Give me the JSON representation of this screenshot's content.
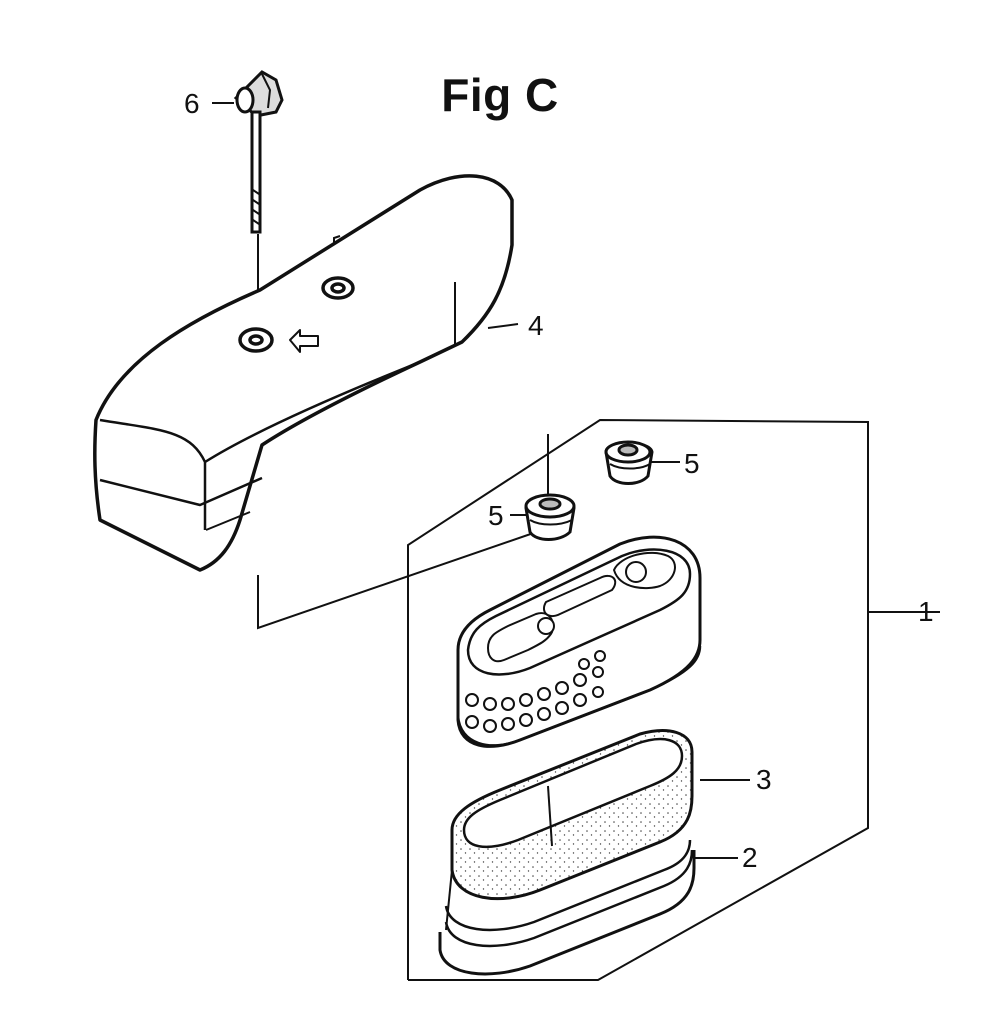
{
  "figure": {
    "title": "Fig C"
  },
  "callouts": [
    {
      "number": "6",
      "part": "knob-bolt"
    },
    {
      "number": "4",
      "part": "air-cleaner-cover"
    },
    {
      "number": "5",
      "part": "grommet"
    },
    {
      "number": "5",
      "part": "grommet"
    },
    {
      "number": "1",
      "part": "air-cleaner-element-assembly"
    },
    {
      "number": "3",
      "part": "paper-element"
    },
    {
      "number": "2",
      "part": "foam-pre-cleaner"
    }
  ],
  "colors": {
    "ink": "#111111",
    "background": "#ffffff",
    "shade": "#d9d9d9"
  }
}
